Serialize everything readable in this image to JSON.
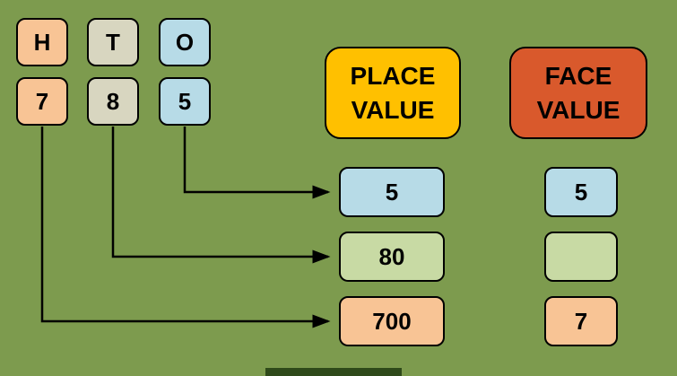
{
  "title": "Place value vs face value diagram for 785",
  "colors": {
    "background": "#7d9b4e",
    "hundreds_box": "#f8c495",
    "tens_box": "#d8d6c0",
    "ones_box": "#b7dbe7",
    "tens_value_box": "#c8daa4",
    "place_value_header": "#ffc000",
    "face_value_header": "#d9592c",
    "border_and_arrows": "#000000"
  },
  "hto": {
    "columns": [
      {
        "letter": "H",
        "digit": "7"
      },
      {
        "letter": "T",
        "digit": "8"
      },
      {
        "letter": "O",
        "digit": "5"
      }
    ]
  },
  "place_value": {
    "header": "PLACE VALUE",
    "values": {
      "ones": "5",
      "tens": "80",
      "hundreds": "700"
    }
  },
  "face_value": {
    "header": "FACE VALUE",
    "values": {
      "ones": "5",
      "tens": "",
      "hundreds": "7"
    }
  }
}
